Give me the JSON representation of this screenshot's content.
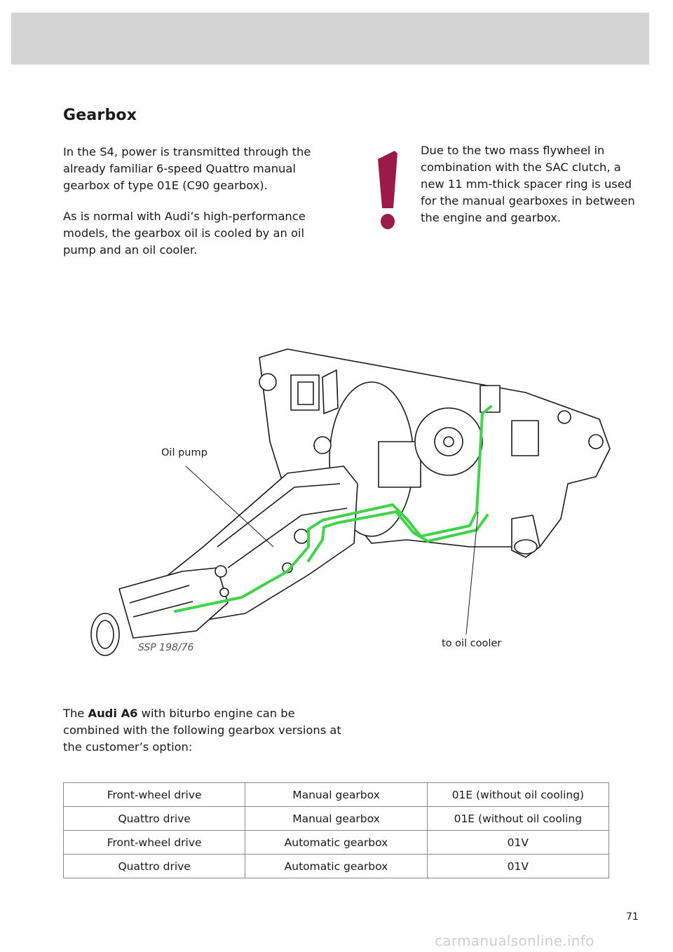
{
  "page": {
    "title": "Gearbox",
    "intro_paragraph_1": "In the S4, power is transmitted through the already familiar 6-speed Quattro manual gearbox of type 01E (C90 gearbox).",
    "intro_paragraph_2": "As is normal with Audi’s high-performance models, the gearbox oil is cooled by an oil pump and an oil cooler.",
    "note": "Due to the two mass flywheel in combination with the SAC clutch, a new 11 mm-thick spacer ring is used for the manual gearboxes in between the engine and gearbox.",
    "note_icon": "exclamation-icon",
    "note_icon_color": "#9b1b48",
    "page_number": "71",
    "watermark": "carmanualsonline.info"
  },
  "figure": {
    "label_oil_pump": "Oil pump",
    "label_cooler": "to oil cooler",
    "reference": "SSP 198/76",
    "oil_line_color": "#3fd44a"
  },
  "a6": {
    "prefix": "The ",
    "model": "Audi A6",
    "suffix": " with biturbo engine can be combined with the following gearbox versions at the customer’s option:"
  },
  "table": {
    "rows": [
      [
        "Front-wheel drive",
        "Manual gearbox",
        "01E (without oil cooling)"
      ],
      [
        "Quattro drive",
        "Manual gearbox",
        "01E (without oil cooling"
      ],
      [
        "Front-wheel drive",
        "Automatic gearbox",
        "01V"
      ],
      [
        "Quattro drive",
        "Automatic gearbox",
        "01V"
      ]
    ]
  }
}
